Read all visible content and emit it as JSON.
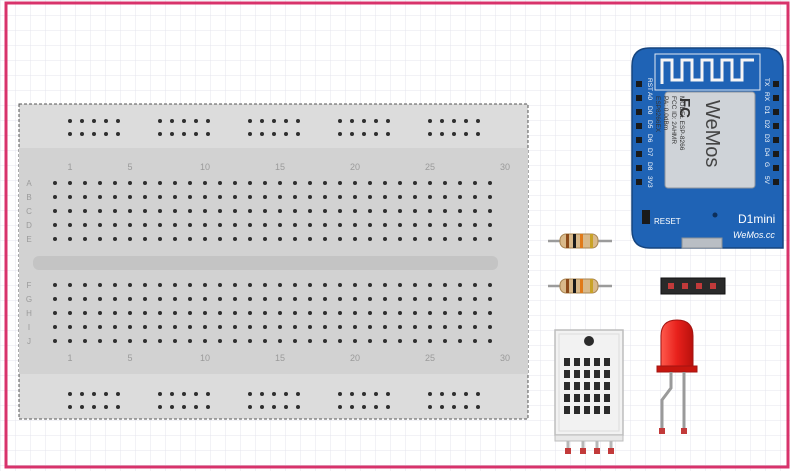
{
  "breadboard": {
    "columns": 30,
    "column_numbers": [
      "1",
      "5",
      "10",
      "15",
      "20",
      "25",
      "30"
    ],
    "rows_top": [
      "A",
      "B",
      "C",
      "D",
      "E"
    ],
    "rows_bottom": [
      "F",
      "G",
      "H",
      "I",
      "J"
    ]
  },
  "d1mini": {
    "title": "D1mini",
    "brand": "WeMos.cc",
    "logo_text": "WeMos",
    "reset_label": "RESET",
    "module_lines": [
      "MODEL ESP-8266",
      "FCC ID: 2AHMR",
      "PA: 0.0dBm",
      "ESP8266EX"
    ],
    "pins_left": [
      "RST",
      "A0",
      "D0",
      "D5",
      "D6",
      "D7",
      "D8",
      "3V3"
    ],
    "pins_right": [
      "TX",
      "RX",
      "D1",
      "D2",
      "D3",
      "D4",
      "G",
      "5V"
    ]
  },
  "colors": {
    "frame": "#d8336b",
    "grid": "#e6e6ee",
    "breadboard": "#dcdcdc",
    "board_blue": "#1f63b5",
    "led_red": "#e8211c",
    "sensor_white": "#f2f2f2"
  },
  "icons": [
    "fcc-logo-icon",
    "wifi-antenna-icon"
  ]
}
